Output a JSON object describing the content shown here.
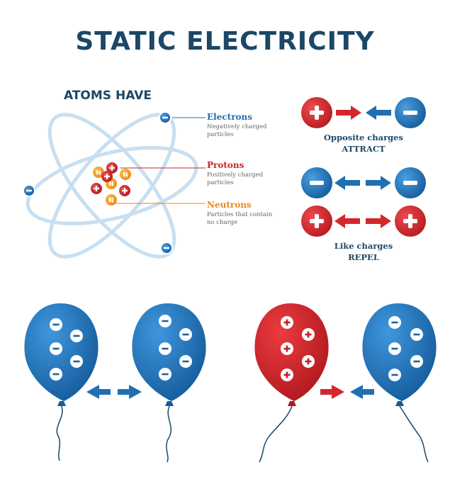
{
  "title": "STATIC ELECTRICITY",
  "atoms_heading": "ATOMS HAVE",
  "particles": {
    "electrons": {
      "name": "Electrons",
      "desc_line1": "Negatively charged",
      "desc_line2": "particles",
      "color": "#1f6fb2"
    },
    "protons": {
      "name": "Protons",
      "desc_line1": "Positively charged",
      "desc_line2": "particles",
      "color": "#c8262b"
    },
    "neutrons": {
      "name": "Neutrons",
      "desc_line1": "Particles that contain",
      "desc_line2": "no charge",
      "color": "#e88a1a"
    }
  },
  "neutron_letter": "N",
  "charges": {
    "opposite_line1": "Opposite charges",
    "opposite_line2": "ATTRACT",
    "like_line1": "Like charges",
    "like_line2": "REPEL"
  },
  "colors": {
    "blue": "#1f6fb2",
    "red": "#d3262d",
    "orbit": "#c8dff0",
    "title": "#1c4766"
  }
}
